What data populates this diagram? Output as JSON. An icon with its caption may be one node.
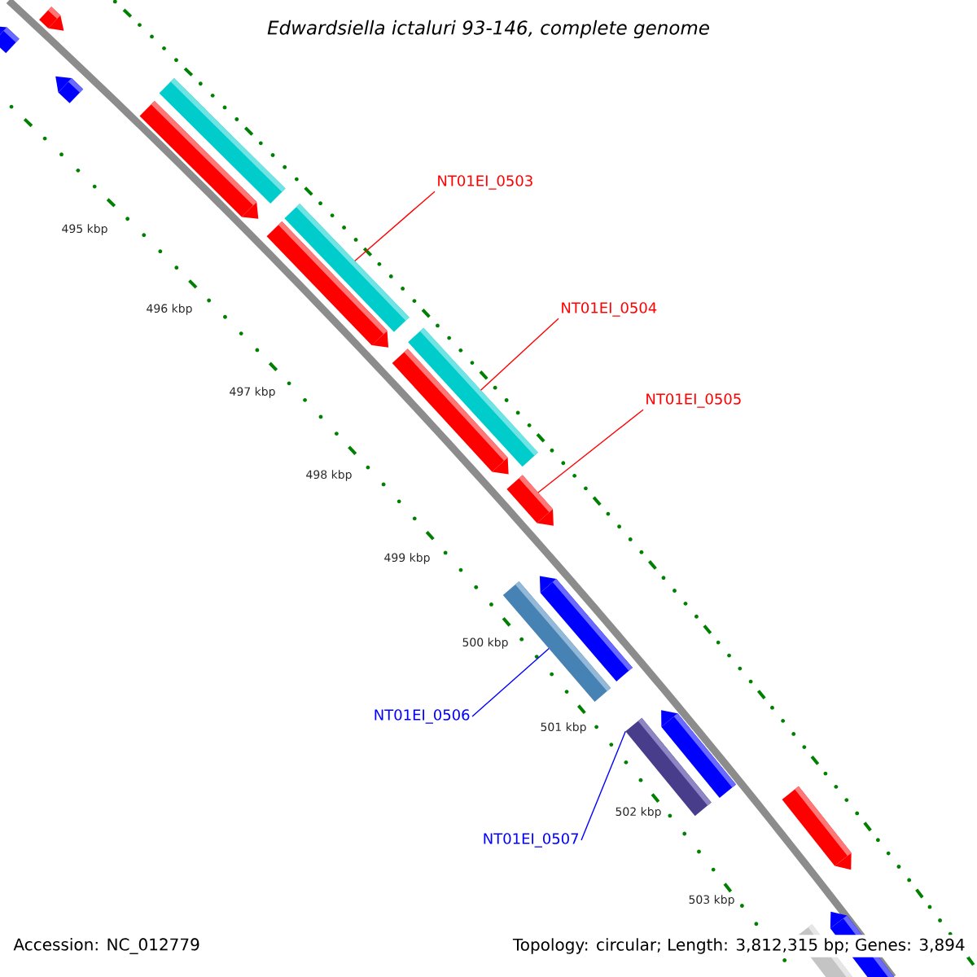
{
  "diagram": {
    "title": "Edwardsiella ictaluri 93-146, complete genome",
    "nodes": [
      {
        "text": [
          "NT01EI_0503"
        ]
      },
      {
        "text": [
          "NT01EI_0504"
        ]
      },
      {
        "text": [
          "NT01EI_0505"
        ]
      },
      {
        "text": [
          "NT01EI_0506"
        ]
      },
      {
        "text": [
          "NT01EI_0507"
        ]
      },
      {
        "text": [],
        "shape": "bar"
      },
      {
        "text": [],
        "shape": "bar"
      },
      {
        "text": [],
        "shape": "arrow"
      },
      {
        "text": [],
        "shape": "bar"
      },
      {
        "text": [],
        "shape": "bar"
      },
      {
        "text": [],
        "shape": "arrow"
      },
      {
        "text": [],
        "shape": "arrow"
      },
      {
        "text": [],
        "shape": "arrow"
      },
      {
        "text": [],
        "shape": "bar"
      },
      {
        "text": [],
        "shape": "arrow"
      },
      {
        "text": [],
        "shape": "arrow"
      },
      {
        "text": [],
        "shape": "arrow"
      },
      {
        "text": [],
        "shape": "arrow"
      },
      {
        "text": [],
        "shape": "arrow"
      },
      {
        "text": [],
        "shape": "arrow"
      },
      {
        "text": [],
        "shape": "bar"
      },
      {
        "text": [],
        "shape": "arrow"
      }
    ],
    "edges": [
      {
        "from": 0,
        "to": 5,
        "arrow": "none",
        "color": "#ff0000"
      },
      {
        "from": 1,
        "to": 6,
        "arrow": "none",
        "color": "#ff0000"
      },
      {
        "from": 2,
        "to": 7,
        "arrow": "none",
        "color": "#ff0000"
      },
      {
        "from": 3,
        "to": 8,
        "arrow": "none",
        "color": "#0000ff"
      },
      {
        "from": 4,
        "to": 9,
        "arrow": "none",
        "color": "#0000ff"
      }
    ],
    "labels": [
      "495 kbp",
      "496 kbp",
      "497 kbp",
      "498 kbp",
      "499 kbp",
      "500 kbp",
      "501 kbp",
      "502 kbp",
      "503 kbp",
      "Accession: NC_012779",
      "Topology: circular; Length: 3,812,315 bp; Genes: 3,894"
    ]
  }
}
